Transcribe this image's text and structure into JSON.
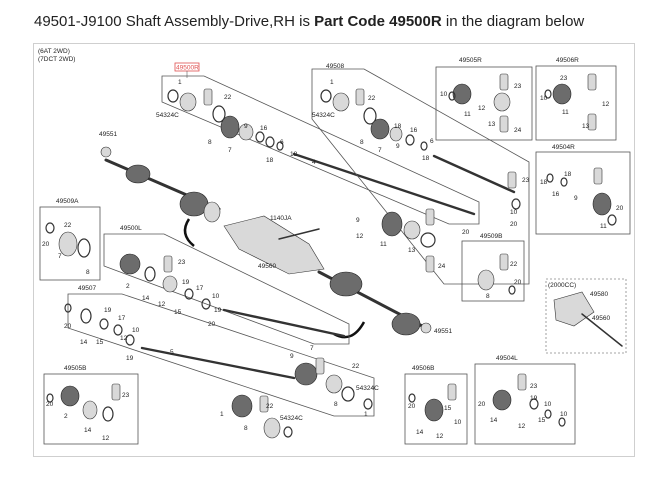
{
  "caption": {
    "prefix": "49501-J9100 Shaft Assembly-Drive,RH is ",
    "bold": "Part Code 49500R",
    "suffix": " in the diagram below"
  },
  "diagram": {
    "variant_labels": [
      "(6AT 2WD)",
      "(7DCT 2WD)"
    ],
    "highlight_color": "#e05050",
    "groups": {
      "g49500R": {
        "code": "49500R",
        "parts": [
          "1",
          "22",
          "54324C",
          "8",
          "7",
          "9",
          "16",
          "18",
          "6",
          "18",
          "4",
          "20"
        ]
      },
      "g49508": {
        "code": "49508",
        "parts": [
          "1",
          "22",
          "54324C",
          "8",
          "18",
          "7",
          "9",
          "16",
          "18",
          "6",
          "23",
          "10",
          "9",
          "13",
          "24",
          "11",
          "12",
          "20"
        ]
      },
      "g49505R": {
        "code": "49505R",
        "parts": [
          "23",
          "10",
          "11",
          "13",
          "24",
          "12"
        ]
      },
      "g49506R": {
        "code": "49506R",
        "parts": [
          "23",
          "10",
          "11",
          "13",
          "12"
        ]
      },
      "g49504R": {
        "code": "49504R",
        "parts": [
          "18",
          "16",
          "18",
          "9",
          "20",
          "11"
        ]
      },
      "g49509A": {
        "code": "49509A",
        "parts": [
          "22",
          "20",
          "7",
          "8"
        ]
      },
      "g49500L": {
        "code": "49500L",
        "parts": [
          "23",
          "2",
          "14",
          "12",
          "15",
          "19",
          "17",
          "20",
          "10",
          "19"
        ]
      },
      "g49507": {
        "code": "49507",
        "parts": [
          "20",
          "14",
          "15",
          "17",
          "10",
          "12",
          "19",
          "19",
          "5",
          "9",
          "7",
          "22",
          "54324C",
          "8",
          "1"
        ]
      },
      "g49509B": {
        "code": "49509B",
        "parts": [
          "22",
          "20",
          "8"
        ]
      },
      "g49505B": {
        "code": "49505B",
        "parts": [
          "23",
          "20",
          "2",
          "14",
          "12",
          "22",
          "54324C",
          "8",
          "1"
        ]
      },
      "g49506B": {
        "code": "49506B",
        "parts": [
          "20",
          "14",
          "15",
          "12",
          "10"
        ]
      },
      "g49504L": {
        "code": "49504L",
        "parts": [
          "23",
          "19",
          "20",
          "10",
          "10",
          "15",
          "12",
          "14"
        ]
      },
      "g2000cc": {
        "code": "(2000CC)",
        "parts": [
          "49580",
          "49560"
        ]
      }
    },
    "loose": {
      "p49551a": "49551",
      "p49551b": "49551",
      "p1140": "1140JA",
      "p49560": "49560"
    }
  }
}
